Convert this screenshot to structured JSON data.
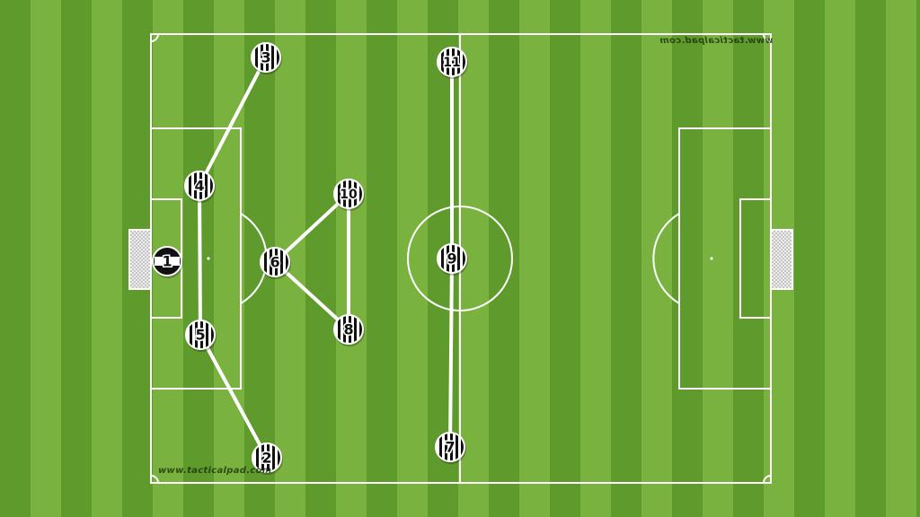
{
  "colors": {
    "grass_light": "#7ab23f",
    "grass_dark": "#5f9a2c",
    "lines": "#ffffff",
    "shirt_black": "#111111",
    "shirt_white": "#ffffff"
  },
  "watermark": {
    "top": "www.tacticalpad.com",
    "bottom": "www.tacticalpad.com"
  },
  "players": [
    {
      "number": "1",
      "role": "goalkeeper",
      "kit": "goalkeeper-white-band"
    },
    {
      "number": "3",
      "kit": "black-white-stripes"
    },
    {
      "number": "4",
      "kit": "black-white-stripes"
    },
    {
      "number": "5",
      "kit": "black-white-stripes"
    },
    {
      "number": "2",
      "kit": "black-white-stripes"
    },
    {
      "number": "6",
      "kit": "black-white-stripes"
    },
    {
      "number": "10",
      "kit": "black-white-stripes"
    },
    {
      "number": "8",
      "kit": "black-white-stripes"
    },
    {
      "number": "11",
      "kit": "black-white-stripes"
    },
    {
      "number": "9",
      "kit": "black-white-stripes"
    },
    {
      "number": "7",
      "kit": "black-white-stripes"
    }
  ],
  "links": [
    [
      "3",
      "4"
    ],
    [
      "4",
      "5"
    ],
    [
      "5",
      "2"
    ],
    [
      "6",
      "10"
    ],
    [
      "10",
      "8"
    ],
    [
      "8",
      "6"
    ],
    [
      "11",
      "9"
    ],
    [
      "9",
      "7"
    ]
  ]
}
